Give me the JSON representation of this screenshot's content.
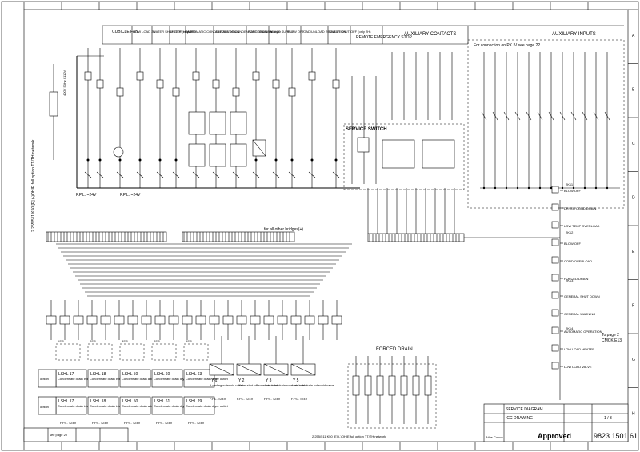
{
  "sections": [
    {
      "id": "cubicle-fan",
      "label": "CUBICLE FAN"
    },
    {
      "id": "low-load",
      "label": "LOW LOAD 25"
    },
    {
      "id": "water-shut-off",
      "label": "WATER SHUT-OFF (only 2H)"
    },
    {
      "id": "motor-heater",
      "label": "MOTOR HEATER"
    },
    {
      "id": "auto-drain",
      "label": "AUTOMATIC CONDENSATE DRAIN"
    },
    {
      "id": "auto-drain-dryer",
      "label": "AUTOMATIC CONDENSATE DRAIN for Dryer"
    },
    {
      "id": "forced-drain",
      "label": "FORCED DRAIN"
    },
    {
      "id": "vac-supply",
      "label": "24 VAC SUPPLY"
    },
    {
      "id": "blow-off",
      "label": "BLOW OFF"
    },
    {
      "id": "load-unload",
      "label": "LOAD/UNLOAD REGULATION"
    },
    {
      "id": "water-shut-off-2",
      "label": "WATER SHUT-OFF (only 2H)"
    },
    {
      "id": "remote-stop",
      "label": "REMOTE EMERGENCY STOP"
    },
    {
      "id": "aux-contacts",
      "label": "AUXILIARY CONTACTS"
    },
    {
      "id": "aux-inputs",
      "label": "AUXILIARY INPUTS"
    }
  ],
  "notes": {
    "connection": "For connection on PK IV see page 22",
    "all_other_bridges": "for all other bridges(+)",
    "service_switch": "SERVICE SWITCH",
    "forced_drain": "FORCED DRAIN",
    "full_option": "2 255/511 K50 [E] (-)OHIE full option TT/TH network",
    "to_page": "To page 2",
    "cmck": "CMCK E13"
  },
  "relay_labels": [
    "1SR",
    "2SR",
    "3SR",
    "4SR",
    "5SR"
  ],
  "drain_boxes": [
    {
      "code": "LSHL 17",
      "desc": "Condensate drain intercooler"
    },
    {
      "code": "LSHL 18",
      "desc": "Condensate drain intercooler"
    },
    {
      "code": "LSHL 50",
      "desc": "Condensate drain aftercooler"
    },
    {
      "code": "LSHL 60",
      "desc": "Condensate drain dryer outlet"
    },
    {
      "code": "LSHL 63",
      "desc": "Condensate drain dryer outlet"
    }
  ],
  "drain_boxes_2": [
    {
      "code": "LSHL 17",
      "desc": "Condensate drain intercooler"
    },
    {
      "code": "LSHL 18",
      "desc": "Condensate drain intercooler"
    },
    {
      "code": "LSHL 50",
      "desc": "Condensate drain aftercooler"
    },
    {
      "code": "LSHL 61",
      "desc": "Condensate drain dryer outlet"
    },
    {
      "code": "LSHL 29",
      "desc": "Condensate drain dryer outlet"
    }
  ],
  "valves": [
    {
      "code": "Y 1",
      "desc": "Loading solenoid valve"
    },
    {
      "code": "Y 2",
      "desc": "Water shut-off solenoid valve"
    },
    {
      "code": "Y 3",
      "desc": "Low load drain solenoid valve"
    },
    {
      "code": "Y 5",
      "desc": "Low load drain solenoid valve"
    }
  ],
  "option_label": "option",
  "fuse_label": "F.P.L. =24V",
  "side_labels": [
    {
      "id": "blow-off-1",
      "text": "BLOW OFF"
    },
    {
      "id": "dryer-cond",
      "text": "DRYER COND DRAIN"
    },
    {
      "id": "low-temp",
      "text": "LOW TEMP OVERLOAD"
    },
    {
      "id": "blow-off-2",
      "text": "BLOW OFF"
    },
    {
      "id": "cond-overload",
      "text": "COND OVERLOAD"
    },
    {
      "id": "forced-drain",
      "text": "FORCED DRAIN"
    },
    {
      "id": "general-shutdown",
      "text": "GENERAL SHUT DOWN"
    },
    {
      "id": "general-warning",
      "text": "GENERAL WARNING"
    },
    {
      "id": "auto-operation",
      "text": "AUTOMATIC OPERATION"
    },
    {
      "id": "low-load-heater",
      "text": "LOW LOAD HEATER"
    },
    {
      "id": "low-load-valve",
      "text": "LOW LOAD VALVE"
    }
  ],
  "side_codes": [
    "2K11",
    "2K12",
    "2K13",
    "2K14"
  ],
  "title_block": {
    "title": "SERVICE DIAGRAM",
    "subtitle": "ICC DRAWING",
    "doc_number": "9823 1501 61",
    "status": "Approved",
    "brand": "Atlas Copco",
    "sheet": "1 / 3"
  },
  "bottom_left": {
    "label": "see page 20"
  },
  "right_border_marks": [
    "A",
    "B",
    "C",
    "D",
    "E",
    "F",
    "G",
    "H"
  ]
}
